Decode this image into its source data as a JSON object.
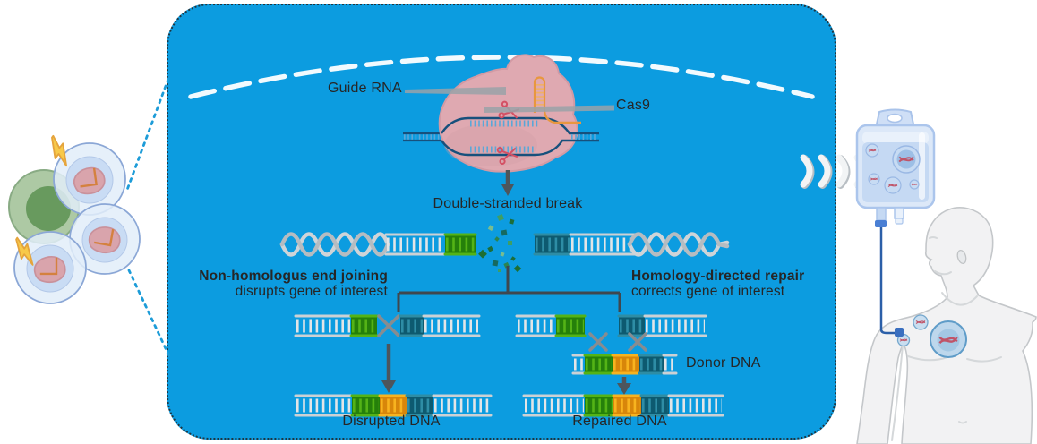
{
  "scene": {
    "labels": {
      "guide_rna": "Guide RNA",
      "cas9": "Cas9",
      "double_stranded_break": "Double-stranded break",
      "nhej_title": "Non-homologus end joining",
      "nhej_subtitle": "disrupts gene of interest",
      "hdr_title": "Homology-directed repair",
      "hdr_subtitle": "corrects gene of interest",
      "donor_dna": "Donor DNA",
      "disrupted_dna": "Disrupted DNA",
      "repaired_dna": "Repaired DNA"
    },
    "colors": {
      "cell_panel_blue": "#0c9ce0",
      "membrane_dash_white": "#ffffff",
      "cas9_protein_pink": "#dfa9b1",
      "guide_rna_orange": "#e8973f",
      "dna_strand_blue": "#17507c",
      "dna_gray": "#d2d6d9",
      "dna_green": "#54b316",
      "dna_orange": "#f8b31f",
      "dna_teal": "#2e8da5",
      "scissors_red": "#d45064",
      "lightning_yellow": "#f7c94a",
      "connector_dotted_blue": "#1d9cd8",
      "arrow_gray": "#4d555c",
      "iv_bag_blue": "#dce8f8",
      "patient_gray": "#f2f2f3"
    }
  }
}
